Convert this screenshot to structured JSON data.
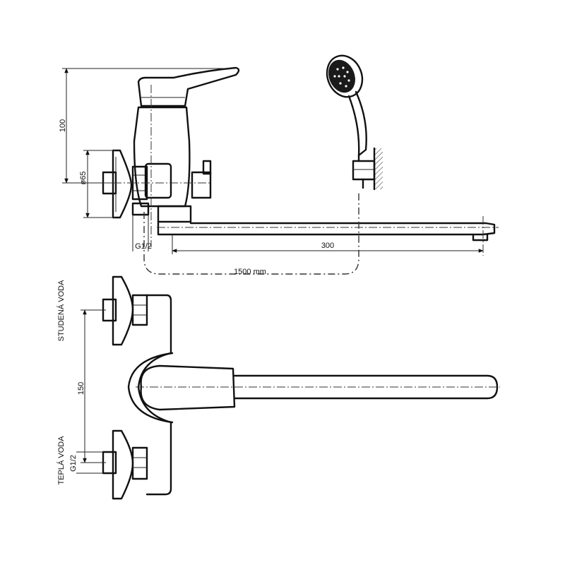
{
  "dimensions": {
    "height_total": "100",
    "flange_diameter": "ø65",
    "inlet_thread_top": "G1/2",
    "spout_length": "300",
    "hose_length": "1500 mm",
    "inlet_spacing": "150",
    "inlet_thread_bottom": "G1/2"
  },
  "labels": {
    "cold_water": "STUDENÁ VODA",
    "hot_water": "TEPLÁ VODA"
  },
  "colors": {
    "line": "#111111",
    "background": "#ffffff"
  }
}
